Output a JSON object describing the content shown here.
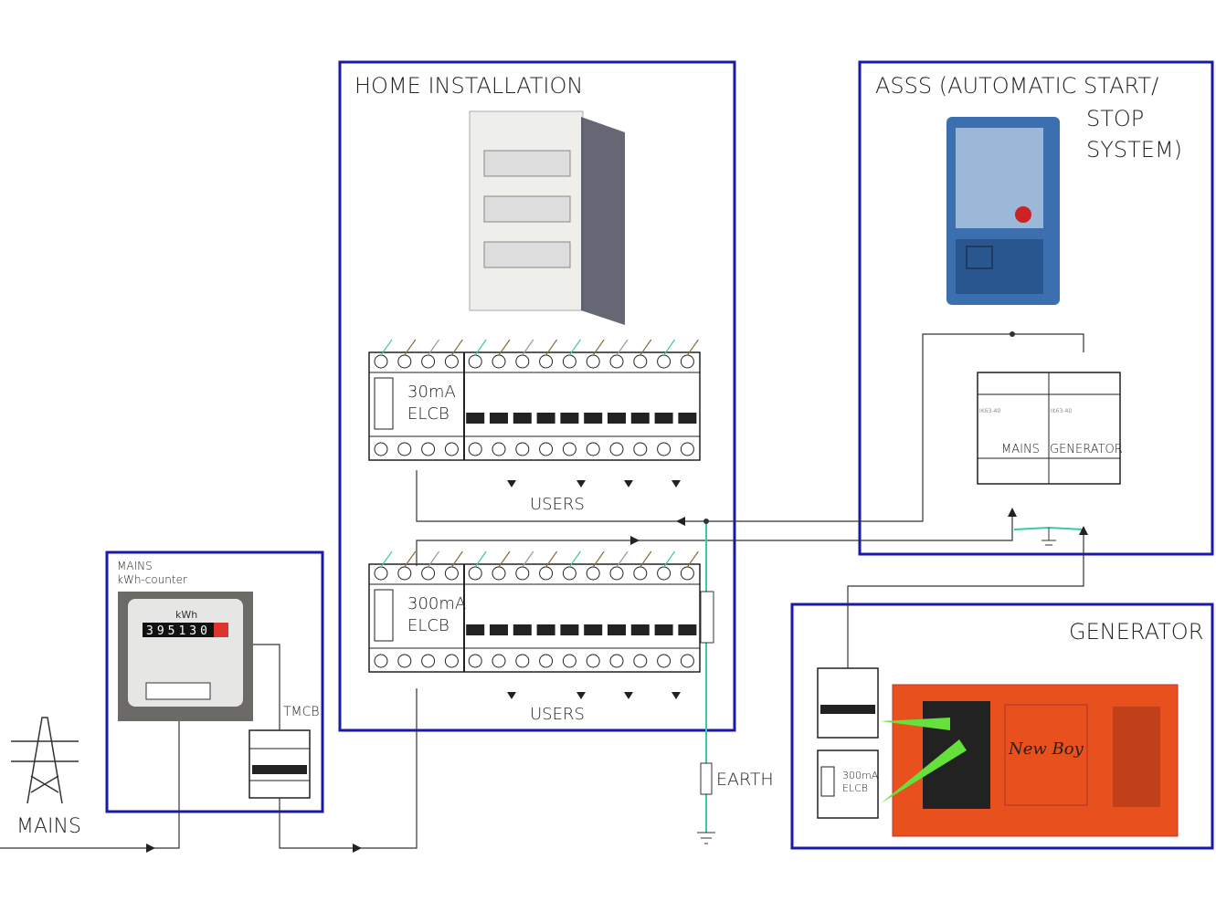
{
  "home": {
    "title": "HOME INSTALLATION"
  },
  "asss": {
    "title_line1": "ASSS (AUTOMATIC START/",
    "title_line2": "STOP",
    "title_line3": "SYSTEM)",
    "switch_model": "IK63-40",
    "left_label": "MAINS",
    "right_label": "GENERATOR"
  },
  "panel_top": {
    "rating": "30mA",
    "type": "ELCB",
    "users_label": "USERS"
  },
  "panel_bottom": {
    "rating": "300mA",
    "type": "ELCB",
    "users_label": "USERS"
  },
  "mains_box": {
    "title_line1": "MAINS",
    "title_line2": "kWh-counter",
    "meter_unit": "kWh",
    "meter_reading": "395130",
    "tmcb_label": "TMCB"
  },
  "mains_label": "MAINS",
  "earth_label": "EARTH",
  "generator": {
    "title": "GENERATOR",
    "elcb_rating": "300mA",
    "elcb_type": "ELCB",
    "brand": "New Boy"
  },
  "colors": {
    "frame": "#1a1aa8",
    "earth_wire": "#37c9a8",
    "phase_wire": "#8a6a3a",
    "neutral_wire": "#999999",
    "generator_body": "#e8501e",
    "asss_panel": "#3b6fb0",
    "arrow": "#66e03a"
  }
}
